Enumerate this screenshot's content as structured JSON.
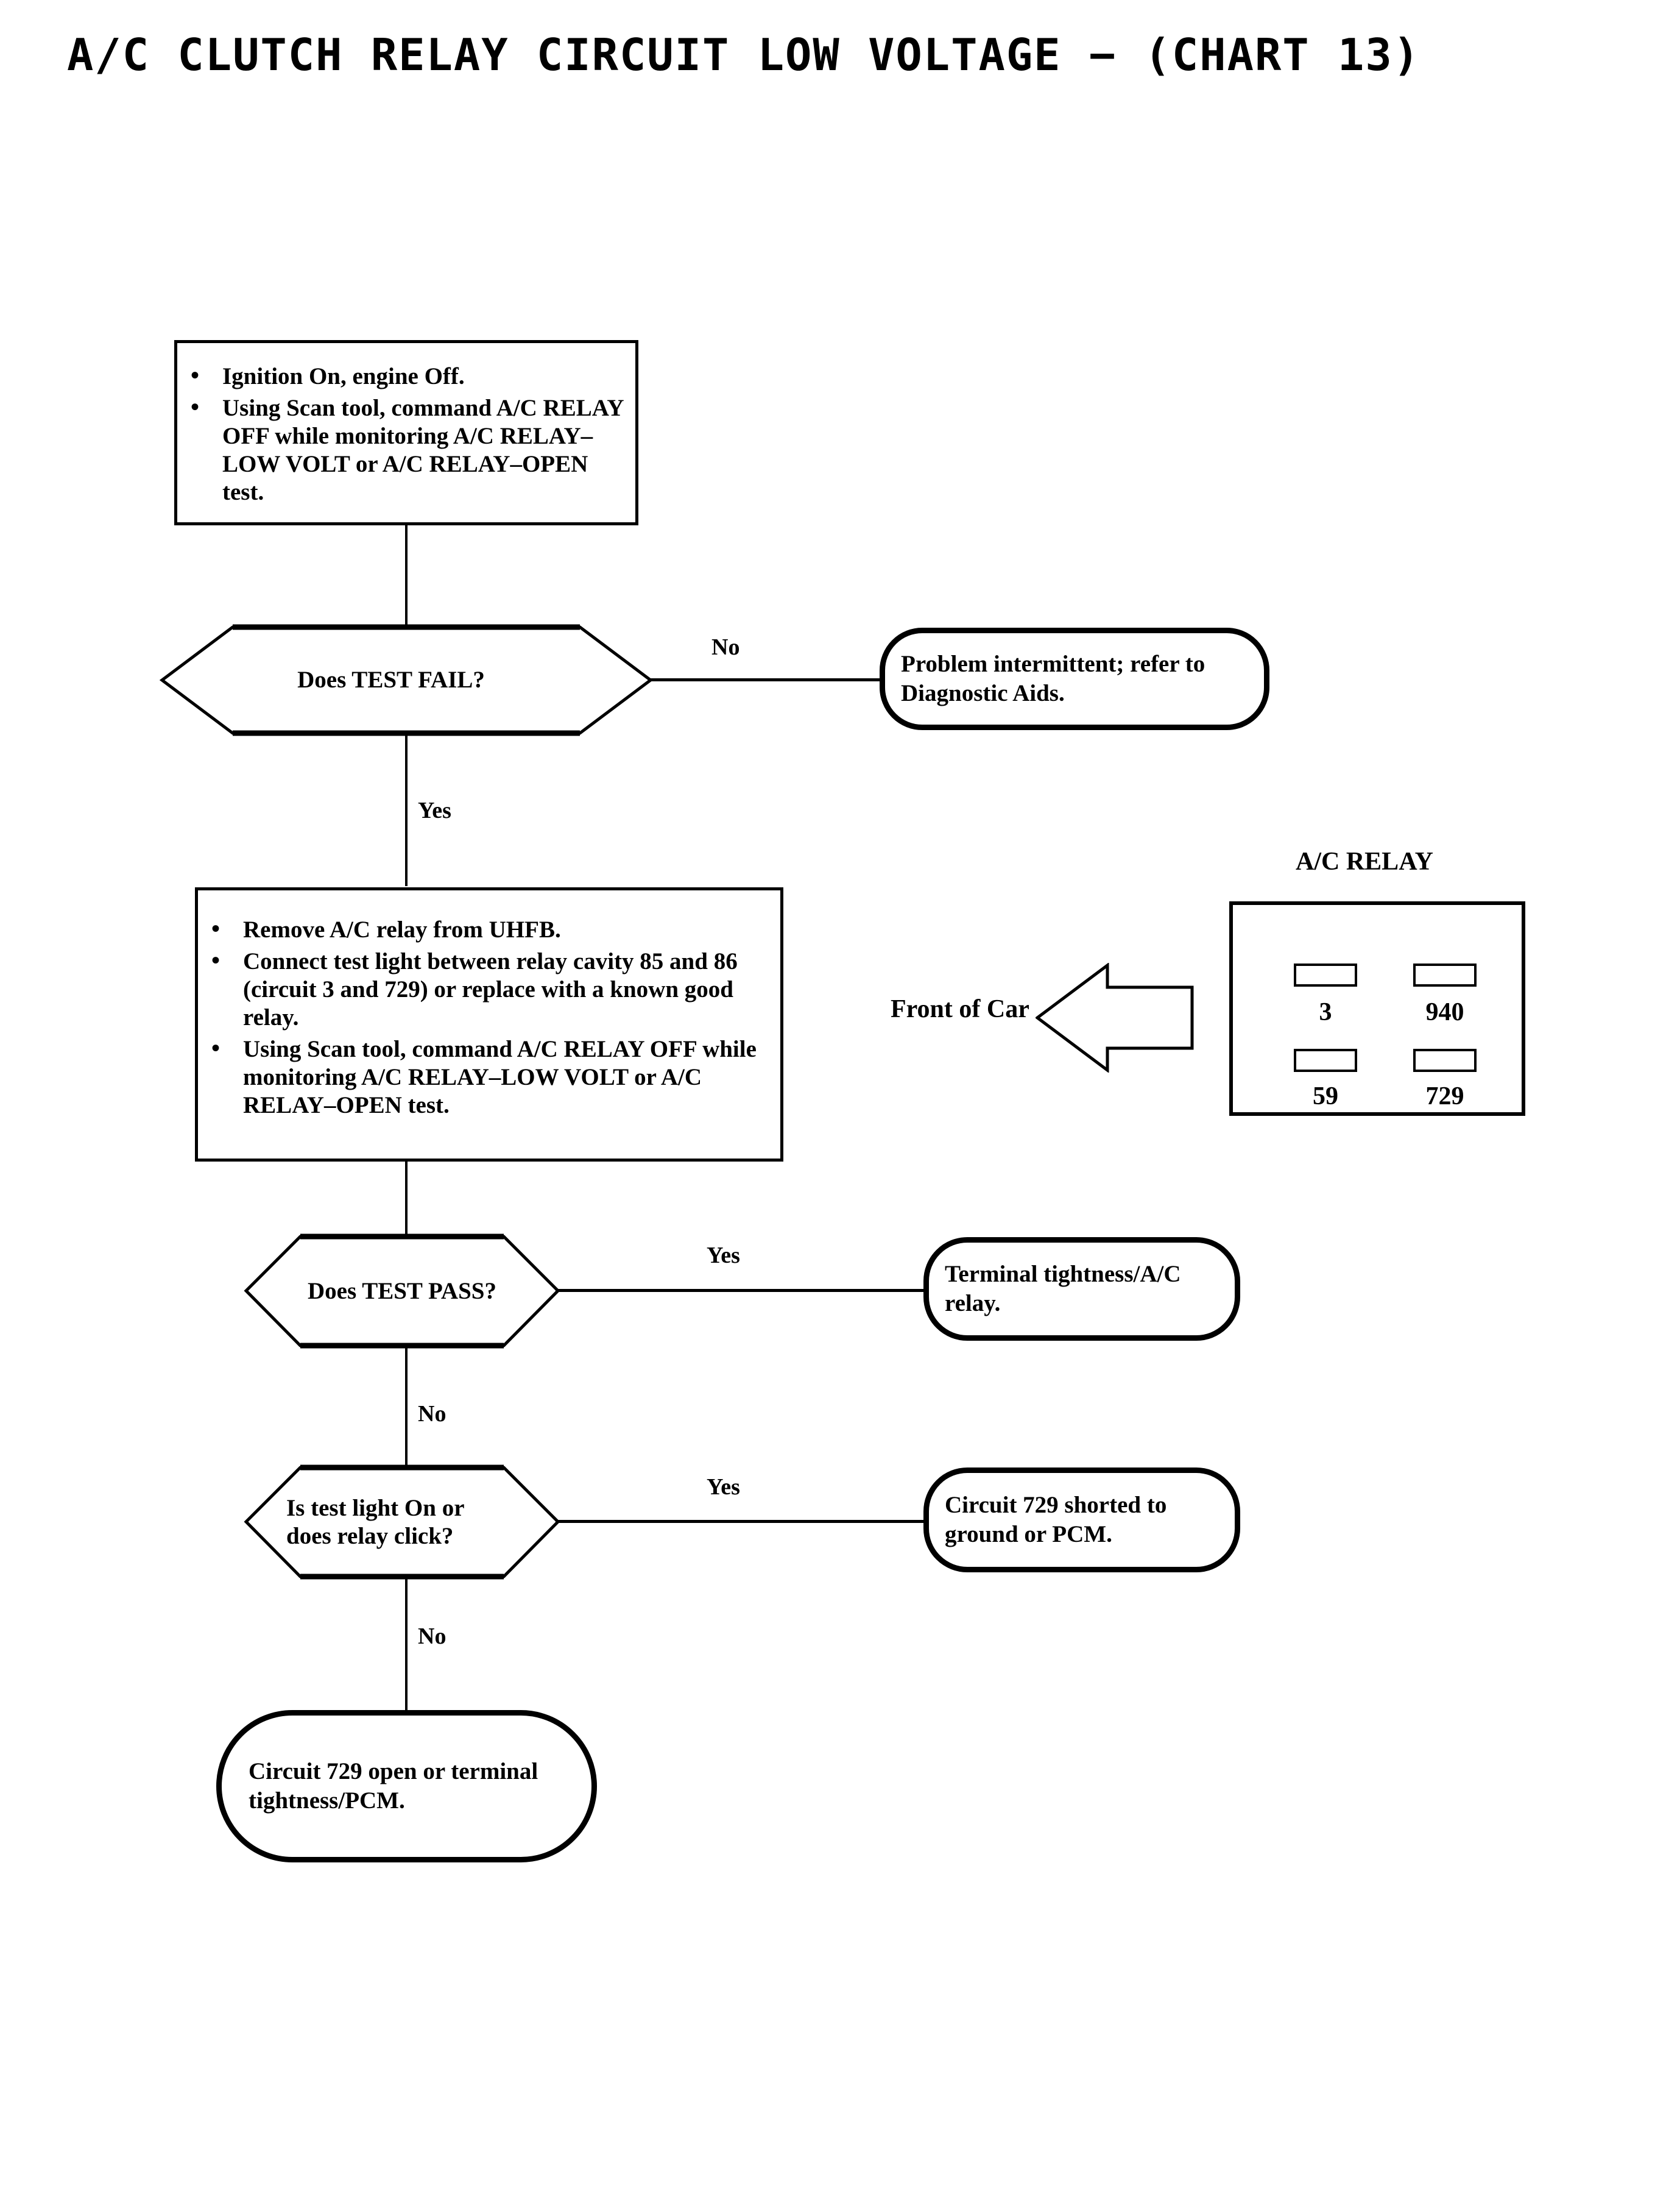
{
  "title": "A/C CLUTCH RELAY CIRCUIT LOW VOLTAGE − (CHART 13)",
  "colors": {
    "ink": "#000000",
    "paper": "#ffffff"
  },
  "steps": {
    "step1": {
      "bullets": [
        "Ignition On, engine Off.",
        "Using Scan tool, command A/C RELAY OFF while monitoring A/C RELAY–LOW VOLT or A/C RELAY–OPEN test."
      ]
    },
    "step2": {
      "bullets": [
        "Remove A/C relay from UHFB.",
        "Connect test light between relay cavity 85 and 86 (circuit 3 and 729) or replace with a known good relay.",
        "Using Scan tool, command A/C RELAY OFF while monitoring A/C RELAY–LOW VOLT or A/C RELAY–OPEN test."
      ]
    }
  },
  "decisions": {
    "d1": {
      "text": "Does TEST FAIL?",
      "yes_label": "Yes",
      "no_label": "No"
    },
    "d2": {
      "text": "Does TEST PASS?",
      "yes_label": "Yes",
      "no_label": "No"
    },
    "d3": {
      "text": "Is test light On or does relay click?",
      "yes_label": "Yes",
      "no_label": "No"
    }
  },
  "terminators": {
    "t1": "Problem intermittent; refer to Diagnostic Aids.",
    "t2": "Terminal tightness/A/C relay.",
    "t3": "Circuit 729 shorted to ground or PCM.",
    "t4": "Circuit 729 open or terminal tightness/PCM."
  },
  "relay": {
    "title": "A/C RELAY",
    "front_of_car": "Front of Car",
    "terminals": [
      {
        "label": "3",
        "row": "top",
        "col": "left"
      },
      {
        "label": "940",
        "row": "top",
        "col": "right"
      },
      {
        "label": "59",
        "row": "bottom",
        "col": "left"
      },
      {
        "label": "729",
        "row": "bottom",
        "col": "right"
      }
    ]
  }
}
